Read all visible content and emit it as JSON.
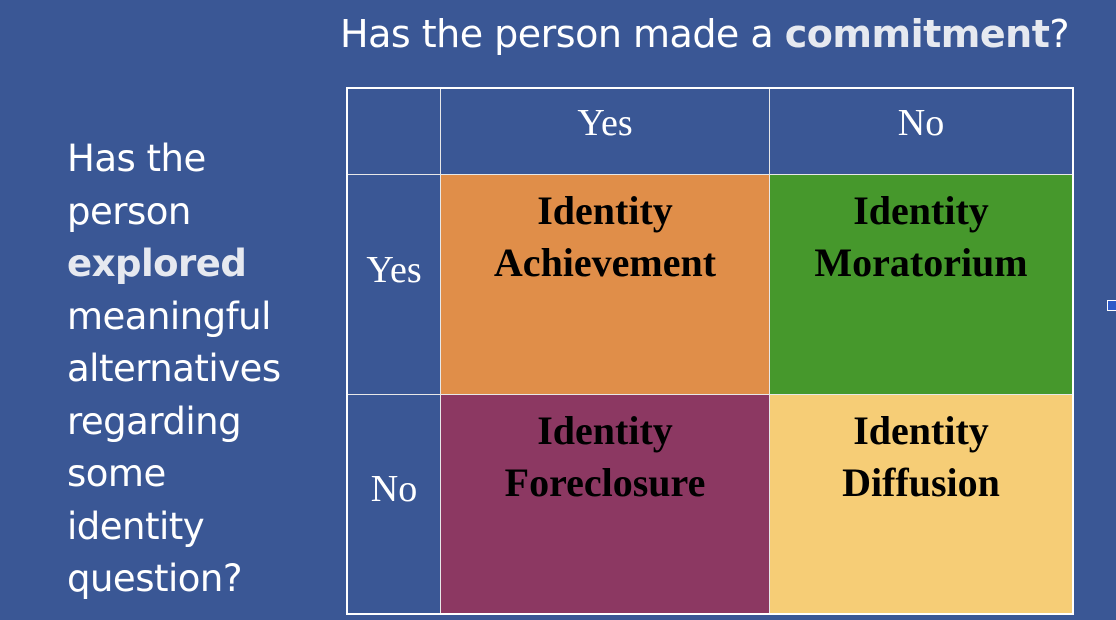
{
  "slide": {
    "background_color": "#3a5795",
    "top_question": {
      "prefix": "Has the person made a ",
      "emphasis": "commitment",
      "suffix": "?"
    },
    "left_question": {
      "lines": [
        "Has the",
        "person",
        "explored",
        "meaningful",
        "alternatives",
        "regarding",
        "some",
        "identity",
        "question?"
      ],
      "emphasis_line_index": 2
    }
  },
  "matrix": {
    "column_headers": [
      "Yes",
      "No"
    ],
    "row_headers": [
      "Yes",
      "No"
    ],
    "cells": [
      {
        "line1": "Identity",
        "line2": "Achievement",
        "color": "#e08e49"
      },
      {
        "line1": "Identity",
        "line2": "Moratorium",
        "color": "#46982c"
      },
      {
        "line1": "Identity",
        "line2": "Foreclosure",
        "color": "#8c3862"
      },
      {
        "line1": "Identity",
        "line2": "Diffusion",
        "color": "#f6cd76"
      }
    ]
  }
}
